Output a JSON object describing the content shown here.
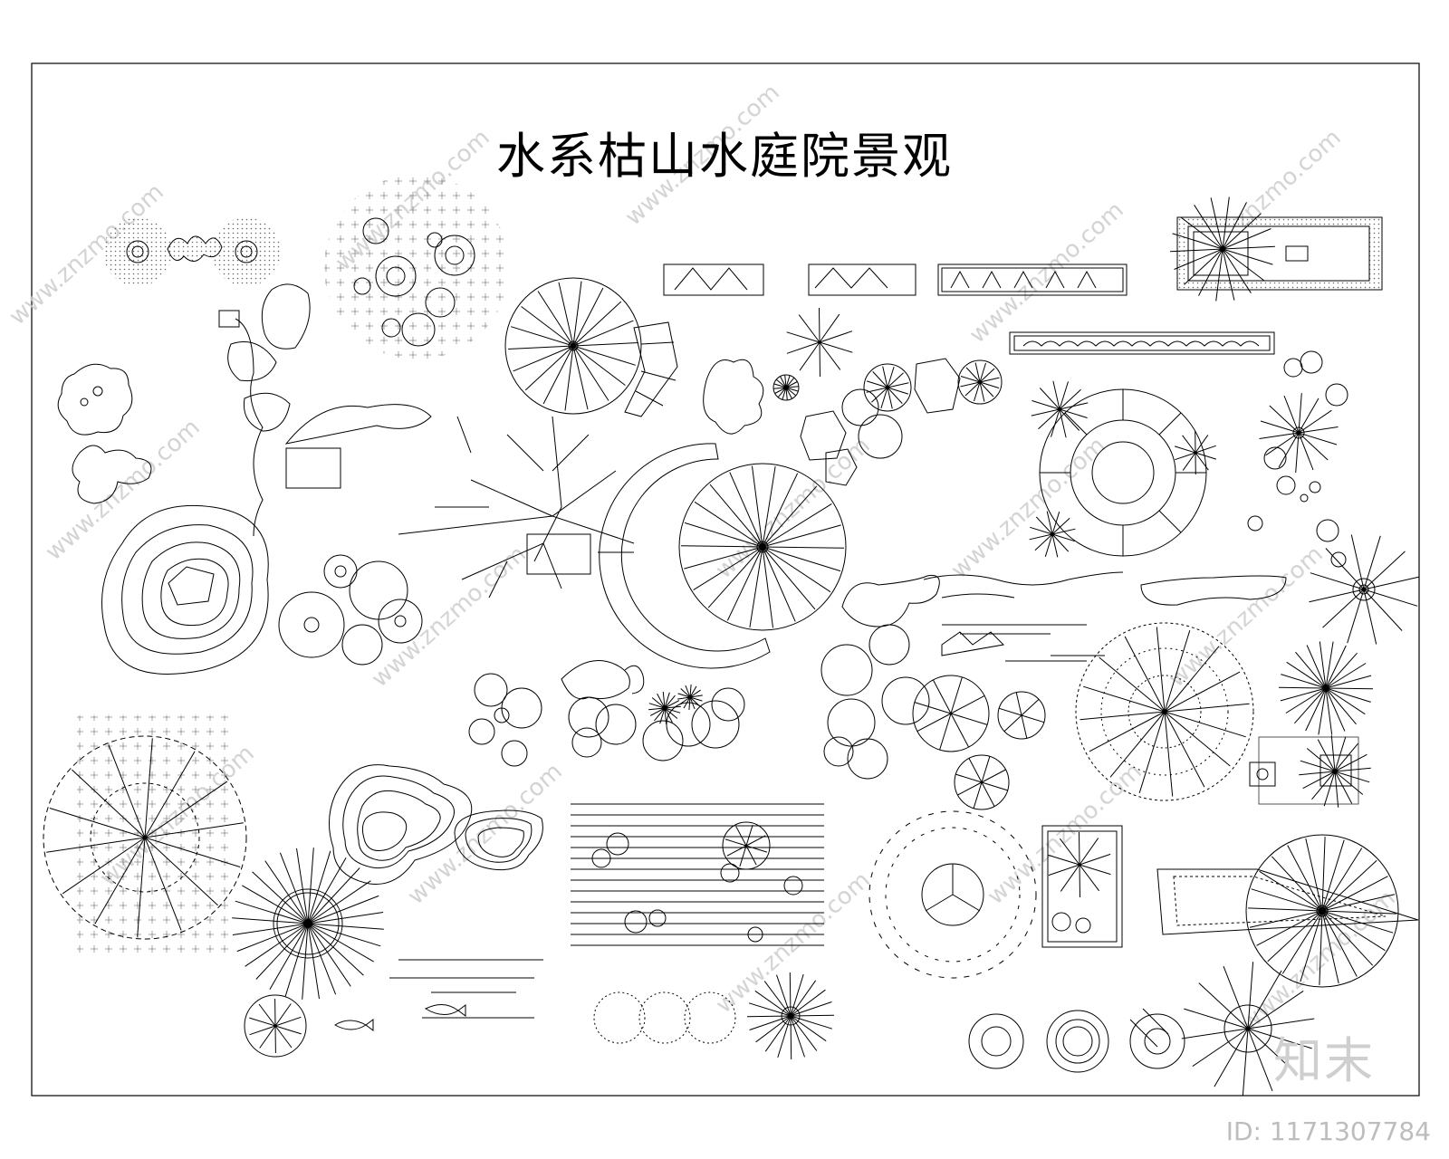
{
  "drawing": {
    "title": "水系枯山水庭院景观",
    "line_color": "#000000",
    "background": "#ffffff"
  },
  "watermark": {
    "brand_mark": "知末",
    "id_text": "ID: 1171307784",
    "repeated_text": "www.znzmo.com",
    "color": "#cccccc"
  }
}
